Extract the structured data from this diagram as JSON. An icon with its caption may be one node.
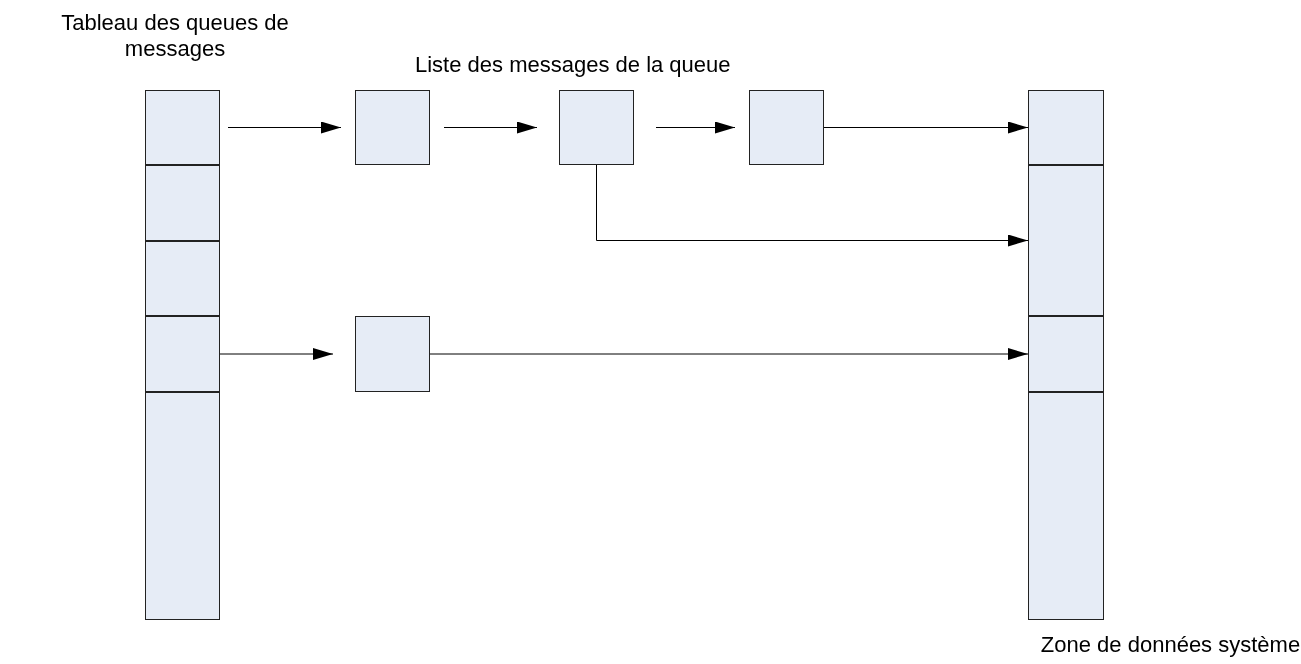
{
  "diagram": {
    "nodes": [
      {
        "text": [
          "Tableau des queues de messages"
        ]
      },
      {
        "text": [],
        "shape": "box",
        "in": 0
      },
      {
        "text": [],
        "shape": "box",
        "in": 0
      },
      {
        "text": [],
        "shape": "box",
        "in": 0
      },
      {
        "text": [],
        "shape": "box",
        "in": 0
      },
      {
        "text": [],
        "shape": "box",
        "in": 0
      },
      {
        "text": [
          "Zone de données système"
        ]
      },
      {
        "text": [],
        "shape": "box",
        "in": 6
      },
      {
        "text": [],
        "shape": "box",
        "in": 6
      },
      {
        "text": [],
        "shape": "box",
        "in": 6
      },
      {
        "text": [],
        "shape": "box",
        "in": 6
      },
      {
        "text": [],
        "shape": "box"
      },
      {
        "text": [],
        "shape": "box"
      },
      {
        "text": [],
        "shape": "box"
      },
      {
        "text": [],
        "shape": "box"
      }
    ],
    "edges": [
      {
        "from": 1,
        "to": 11,
        "arrow": "to"
      },
      {
        "from": 11,
        "to": 12,
        "arrow": "to"
      },
      {
        "from": 12,
        "to": 13,
        "arrow": "to"
      },
      {
        "from": 13,
        "to": 7,
        "arrow": "to"
      },
      {
        "from": 12,
        "to": 8,
        "arrow": "to"
      },
      {
        "from": 4,
        "to": 14,
        "arrow": "to"
      },
      {
        "from": 14,
        "to": 9,
        "arrow": "to"
      }
    ],
    "labels": [
      "Liste des messages de la queue"
    ]
  }
}
